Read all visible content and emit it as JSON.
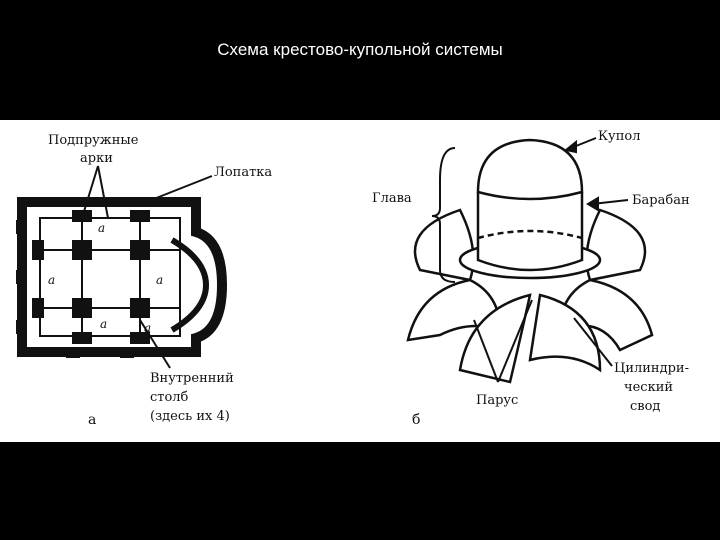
{
  "title": "Схема крестово-купольной системы",
  "plan": {
    "label_springing_arches_1": "Подпружные",
    "label_springing_arches_2": "арки",
    "label_pilaster": "Лопатка",
    "label_pier_1": "Внутренний",
    "label_pier_2": "столб",
    "label_pier_3": "(здесь их 4)",
    "marker": "а",
    "mark_a": "а"
  },
  "axon": {
    "label_dome": "Купол",
    "label_head": "Глава",
    "label_drum": "Барабан",
    "label_pendentive": "Парус",
    "label_vault_1": "Цилиндри-",
    "label_vault_2": "ческий",
    "label_vault_3": "свод",
    "marker": "б"
  }
}
